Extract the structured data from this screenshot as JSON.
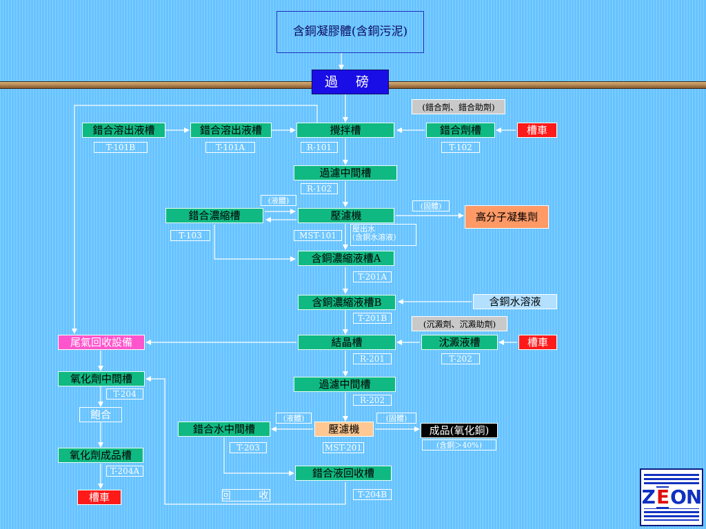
{
  "top_box": "含銅凝膠體(含銅污泥)",
  "weigh": "過 磅",
  "chelant_additive_note": "(錯合劑、錯合助劑)",
  "precip_additive_note": "(沉澱劑、沉澱助劑)",
  "nodes": {
    "t101b": "錯合溶出液槽",
    "t101a": "錯合溶出液槽",
    "r101": "攪拌槽",
    "t102": "錯合劑槽",
    "truck1": "槽車",
    "r102": "過濾中間槽",
    "t103": "錯合濃縮槽",
    "mst101": "壓濾機",
    "polymer": "高分子凝集劑",
    "t201a": "含銅濃縮液槽A",
    "t201b": "含銅濃縮液槽B",
    "cu_solution": "含銅水溶液",
    "tail_gas": "尾氣回收設備",
    "r201": "結晶槽",
    "t202": "沈澱液槽",
    "truck2": "槽車",
    "t204": "氧化劑中間槽",
    "r202": "過濾中間槽",
    "saturate": "飽合",
    "t203": "錯合水中間槽",
    "mst201": "壓濾機",
    "product": "成品(氧化銅)",
    "t204a": "氧化劑成品槽",
    "t204b": "錯合液回收槽",
    "truck3": "槽車"
  },
  "tags": {
    "t101b": "T-101B",
    "t101a": "T-101A",
    "r101": "R-101",
    "t102": "T-102",
    "r102": "R-102",
    "t103": "T-103",
    "mst101": "MST-101",
    "t201a": "T-201A",
    "t201b": "T-201B",
    "r201": "R-201",
    "t202": "T-202",
    "t204": "T-204",
    "r202": "R-202",
    "t203": "T-203",
    "mst201": "MST-201",
    "t204a": "T-204A",
    "t204b": "T-204B"
  },
  "notes": {
    "liquid1": "(液體)",
    "solid1": "(固體)",
    "filtrate_line1": "壓出水",
    "filtrate_line2": "(含銅水溶液)",
    "liquid2": "(液體)",
    "solid2": "(固體)",
    "product_spec": "(含銅＞40%)",
    "recycle": "回 收"
  },
  "logo": {
    "prefix": "Z",
    "red": "E",
    "suffix": "ON"
  },
  "colors": {
    "background": "#66c3ff",
    "tank": "#10b981",
    "truck": "#ff1a1a",
    "weigh": "#1a0ee6",
    "polymer": "#ff9966",
    "tail_gas": "#ff55cc"
  }
}
